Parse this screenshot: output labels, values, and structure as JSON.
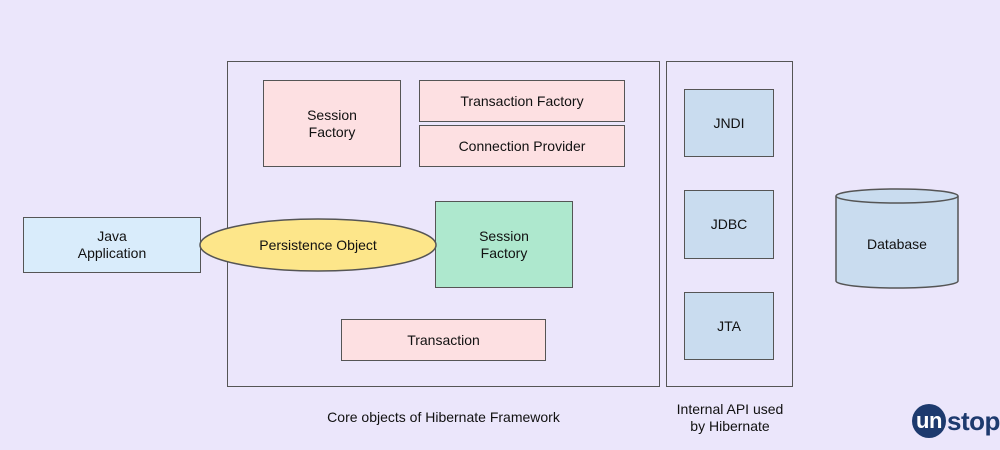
{
  "java_app": "Java\nApplication",
  "core": {
    "session_factory_top": "Session\nFactory",
    "transaction_factory": "Transaction Factory",
    "connection_provider": "Connection Provider",
    "persistence_object": "Persistence Object",
    "session_factory_green": "Session\nFactory",
    "transaction": "Transaction",
    "caption": "Core objects of Hibernate Framework"
  },
  "internal_api": {
    "items": [
      "JNDI",
      "JDBC",
      "JTA"
    ],
    "caption": "Internal API used\nby Hibernate"
  },
  "database": "Database",
  "logo": {
    "prefix": "un",
    "suffix": "stop"
  },
  "colors": {
    "background": "#ebe6fb",
    "pink": "#fde0e2",
    "blue": "#c9dcef",
    "green": "#aee8ce",
    "yellow": "#fde68a",
    "brand": "#1d3a6e"
  }
}
